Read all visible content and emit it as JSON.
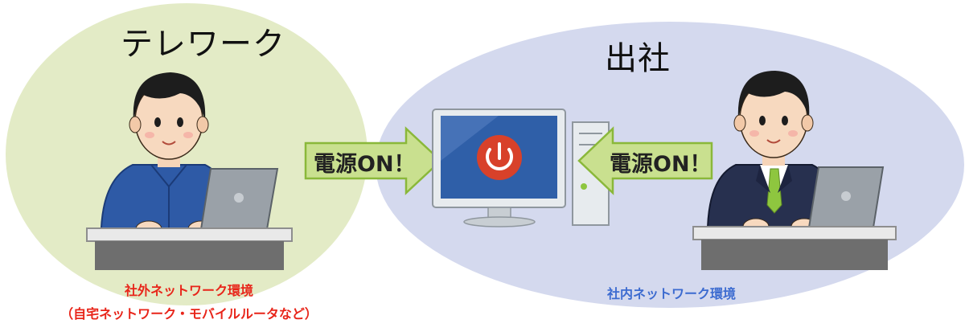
{
  "telework": {
    "title": "テレワーク",
    "network_label": "社外ネットワーク環境",
    "network_detail": "（自宅ネットワーク・モバイルルータなど）",
    "region_color": "#e3ebc6",
    "label_color": "#e8251a"
  },
  "office": {
    "title": "出社",
    "network_label": "社内ネットワーク環境",
    "region_color": "#d4d9ee",
    "label_color": "#3c6bd0"
  },
  "arrows": {
    "left_label": "電源ON！",
    "right_label": "電源ON！",
    "fill_color": "#c9e08f",
    "stroke_color": "#8ab83a"
  },
  "icons": {
    "power": "power-icon",
    "monitor": "monitor-icon",
    "tower": "desktop-tower-icon",
    "laptop": "laptop-icon"
  },
  "colors": {
    "power_button": "#d8412a",
    "screen": "#2f5fa8",
    "casual_shirt": "#2e5aa6",
    "suit": "#27304f",
    "tie": "#8ec63f"
  }
}
